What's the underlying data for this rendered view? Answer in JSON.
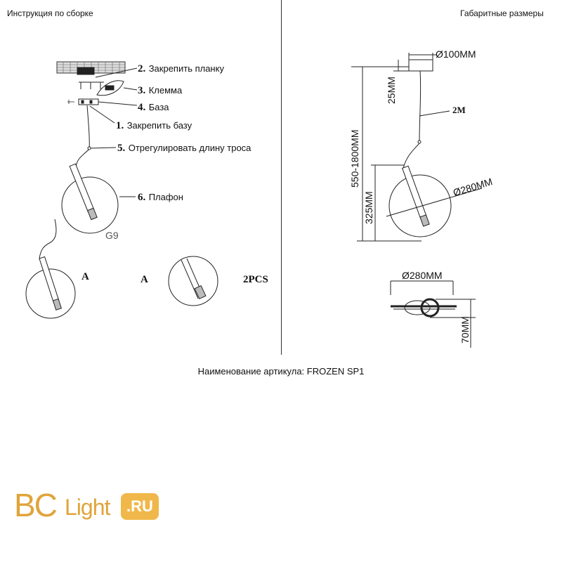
{
  "left_header": "Инструкция по сборке",
  "right_header": "Габаритные размеры",
  "steps": [
    {
      "num": "2.",
      "label": "Закрепить планку"
    },
    {
      "num": "3.",
      "label": "Клемма"
    },
    {
      "num": "4.",
      "label": "База"
    },
    {
      "num": "1.",
      "label": "Закрепить базу"
    },
    {
      "num": "5.",
      "label": "Отрегулировать длину троса"
    },
    {
      "num": "6.",
      "label": "Плафон"
    }
  ],
  "socket_label": "G9",
  "view_a_1": "A",
  "view_a_2": "A",
  "pcs_label": "2PCS",
  "dimensions": {
    "canopy": "Ø100MM",
    "canopy_height": "25MM",
    "cable": "2M",
    "overall_height": "550-1800MM",
    "shade_height": "325MM",
    "shade_diameter": "Ø280MM",
    "top_diameter": "Ø280MM",
    "top_depth": "70MM"
  },
  "article": "Наименование артикула: FROZEN SP1",
  "logo": {
    "bc": "BC",
    "light": "Light",
    "ru": ".RU"
  },
  "colors": {
    "line": "#222222",
    "logo": "#e0a43a"
  }
}
